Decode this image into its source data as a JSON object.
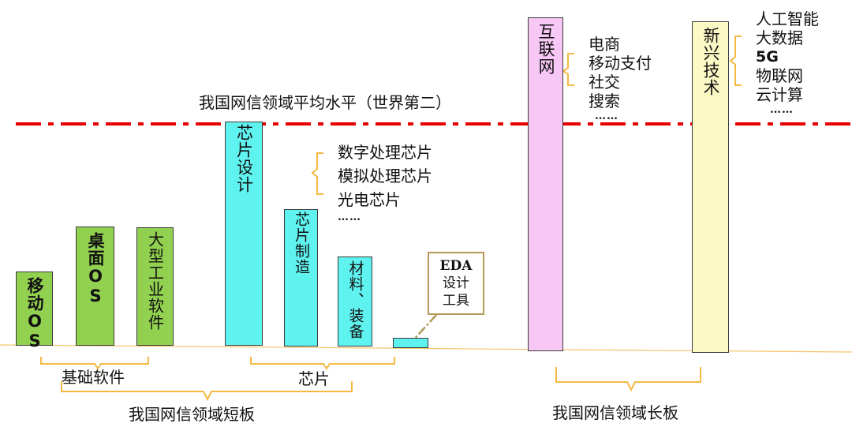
{
  "average_line": {
    "label": "我国网信领域平均水平（世界第二）",
    "color": "#e60000"
  },
  "short_board": {
    "label": "我国网信领域短板",
    "groups": {
      "basic_software": {
        "label": "基础软件",
        "items": [
          "移动OS",
          "桌面OS",
          "大型工业软件"
        ]
      },
      "chips": {
        "label": "芯片",
        "items": [
          "芯片设计",
          "芯片制造",
          "材料、装备"
        ],
        "eda_callout": {
          "line1": "EDA",
          "line2": "设计",
          "line3": "工具"
        }
      }
    }
  },
  "chip_design_list": [
    "数字处理芯片",
    "模拟处理芯片",
    "光电芯片",
    "……"
  ],
  "long_board": {
    "label": "我国网信领域长板",
    "internet": {
      "label": "互联网",
      "items": [
        "电商",
        "移动支付",
        "社交",
        "搜索",
        "……"
      ]
    },
    "emerging": {
      "label": "新兴技术",
      "items": [
        "人工智能",
        "大数据",
        "5G",
        "物联网",
        "云计算",
        "……"
      ]
    }
  },
  "colors": {
    "basic_software_bar": "#92d050",
    "chip_bar": "#5ff3f0",
    "internet_bar": "#f7c7f5",
    "emerging_bar": "#fbf9c4",
    "brace": "#f5b942"
  }
}
